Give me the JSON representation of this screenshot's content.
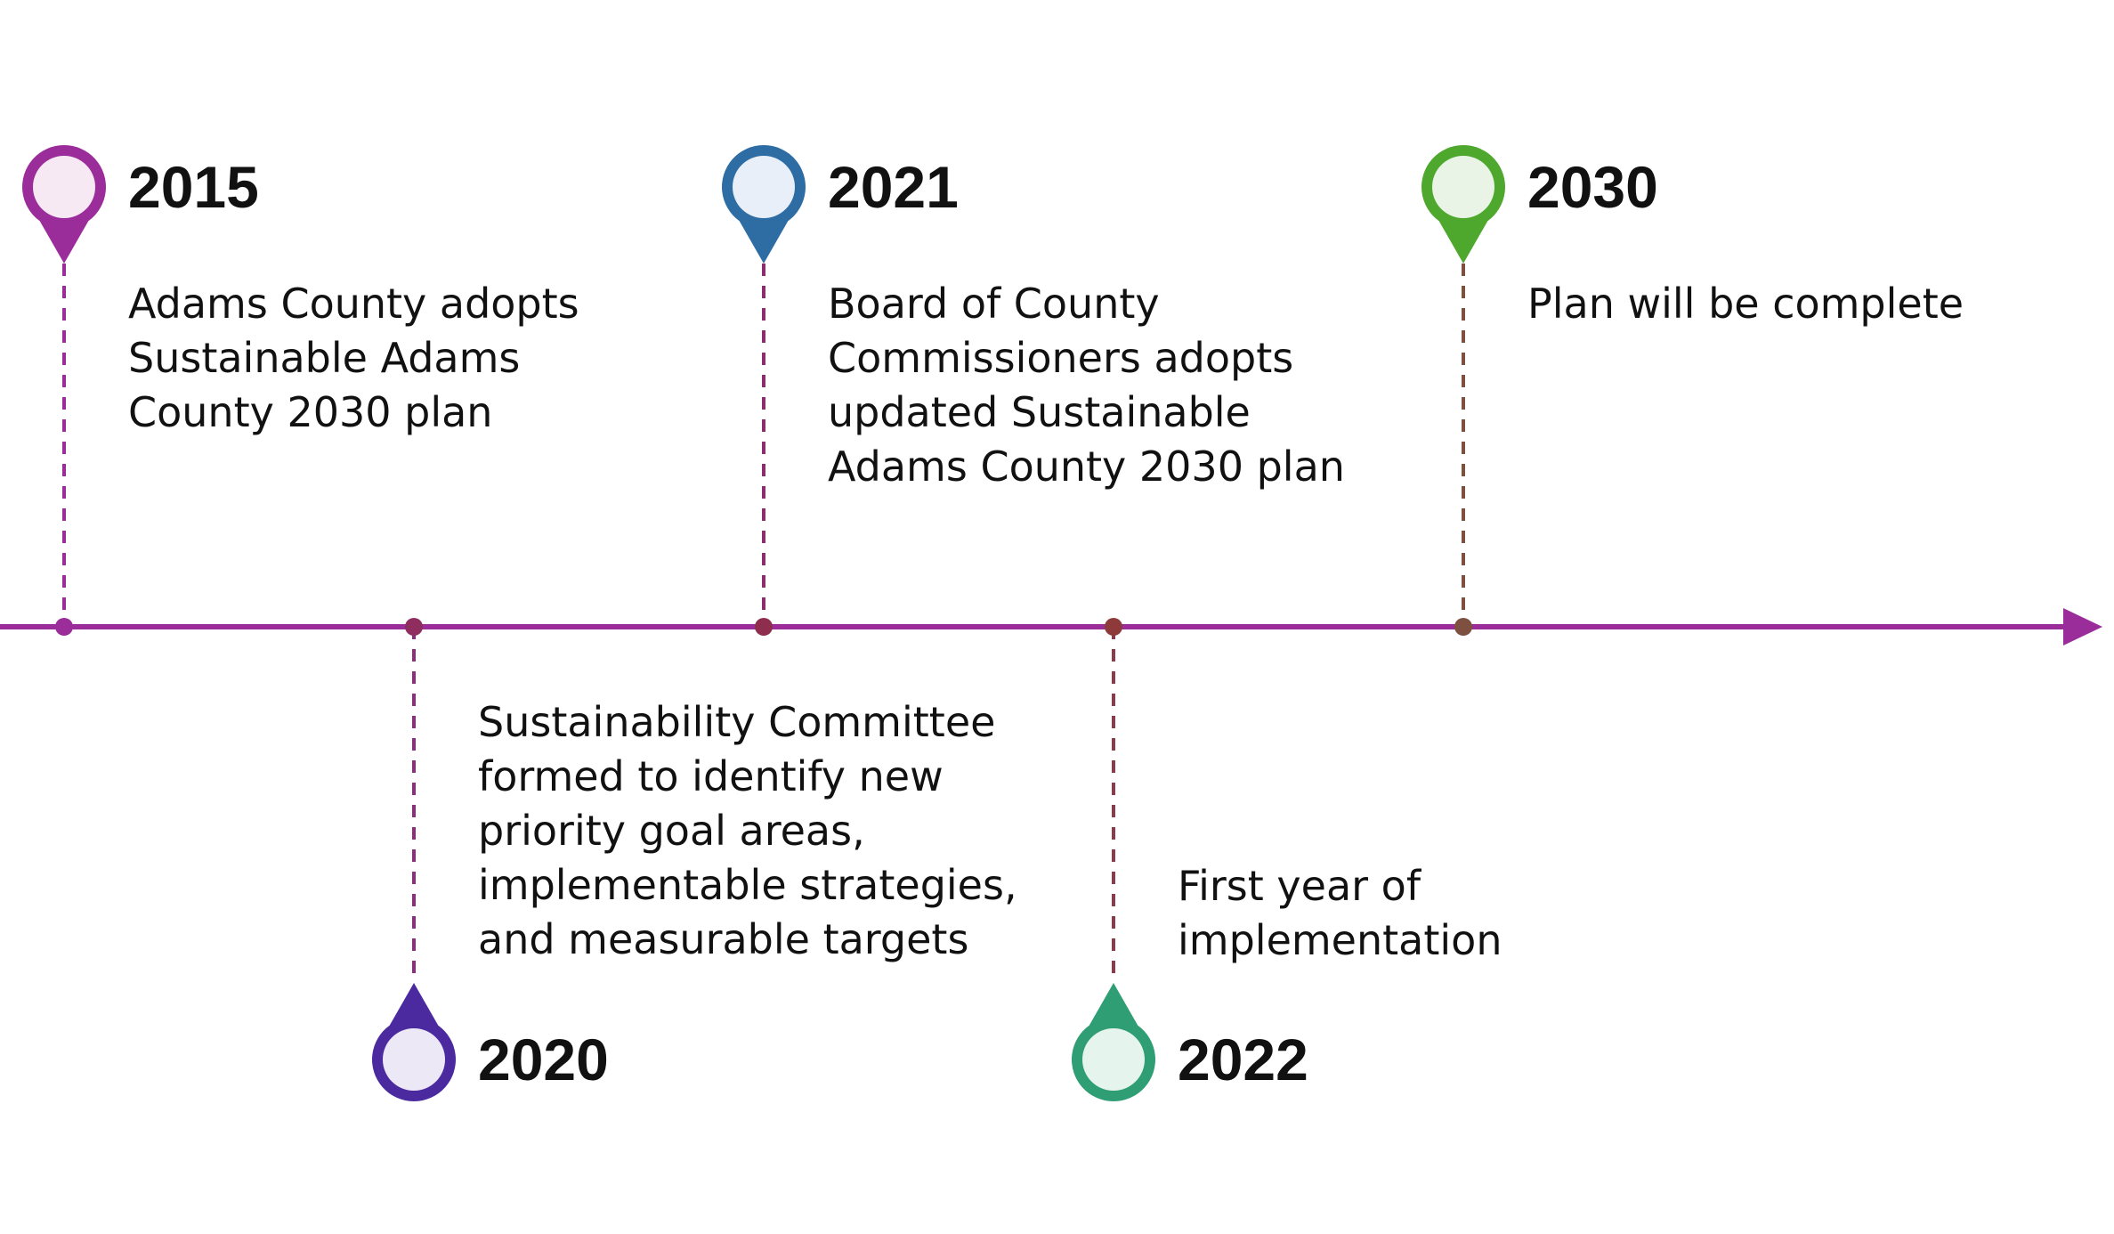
{
  "timeline": {
    "axis_color": "#9b2d9b",
    "events": [
      {
        "year": "2015",
        "side": "top",
        "pin_color": "#9b2d9b",
        "pin_fill": "#f6e9f4",
        "line_color": "#9b2d9b",
        "dot_color": "#9b2d9b",
        "lines": [
          "Adams County adopts",
          "Sustainable Adams",
          "County 2030 plan"
        ]
      },
      {
        "year": "2020",
        "side": "bottom",
        "pin_color": "#4b2aa0",
        "pin_fill": "#ece8f5",
        "line_color": "#8e2d7e",
        "dot_color": "#8e2d5e",
        "lines": [
          "Sustainability Committee",
          "formed to identify new",
          "priority goal areas,",
          "implementable strategies,",
          "and measurable targets"
        ]
      },
      {
        "year": "2021",
        "side": "top",
        "pin_color": "#2e6da4",
        "pin_fill": "#e8eff8",
        "line_color": "#8e2d6e",
        "dot_color": "#8e2d4e",
        "lines": [
          "Board of County",
          "Commissioners adopts",
          "updated Sustainable",
          "Adams County 2030 plan"
        ]
      },
      {
        "year": "2022",
        "side": "bottom",
        "pin_color": "#2f9e75",
        "pin_fill": "#e6f4ee",
        "line_color": "#8e3a4a",
        "dot_color": "#8e3a3a",
        "lines": [
          "First year of",
          "implementation"
        ]
      },
      {
        "year": "2030",
        "side": "top",
        "pin_color": "#4fa82e",
        "pin_fill": "#eaf4e6",
        "line_color": "#7d5040",
        "dot_color": "#7d5040",
        "lines": [
          "Plan will be complete"
        ]
      }
    ]
  }
}
